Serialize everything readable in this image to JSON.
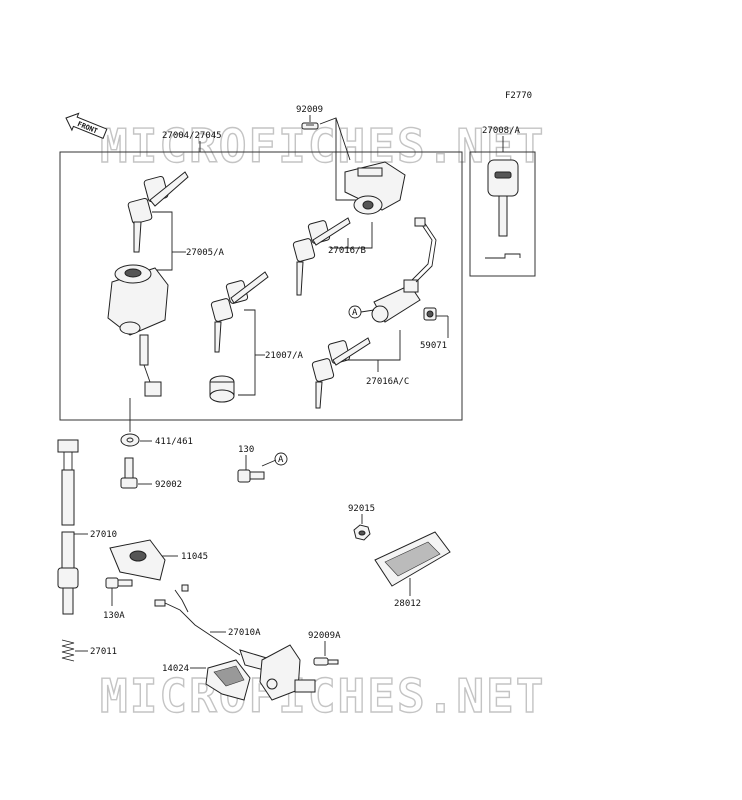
{
  "figure_code": "F2770",
  "front_label": "FRONT",
  "watermark": "MICROFICHES.NET",
  "ref_letter": "A",
  "parts": {
    "p92009": "92009",
    "p27004": "27004/27045",
    "p27008": "27008/A",
    "p27005": "27005/A",
    "p27016B": "27016/B",
    "p21007": "21007/A",
    "p59071": "59071",
    "p27016AC": "27016A/C",
    "p411": "411/461",
    "p130": "130",
    "p92002": "92002",
    "p92015": "92015",
    "p27010": "27010",
    "p11045": "11045",
    "p130A": "130A",
    "p28012": "28012",
    "p27010A": "27010A",
    "p92009A": "92009A",
    "p14024": "14024",
    "p27011": "27011"
  }
}
